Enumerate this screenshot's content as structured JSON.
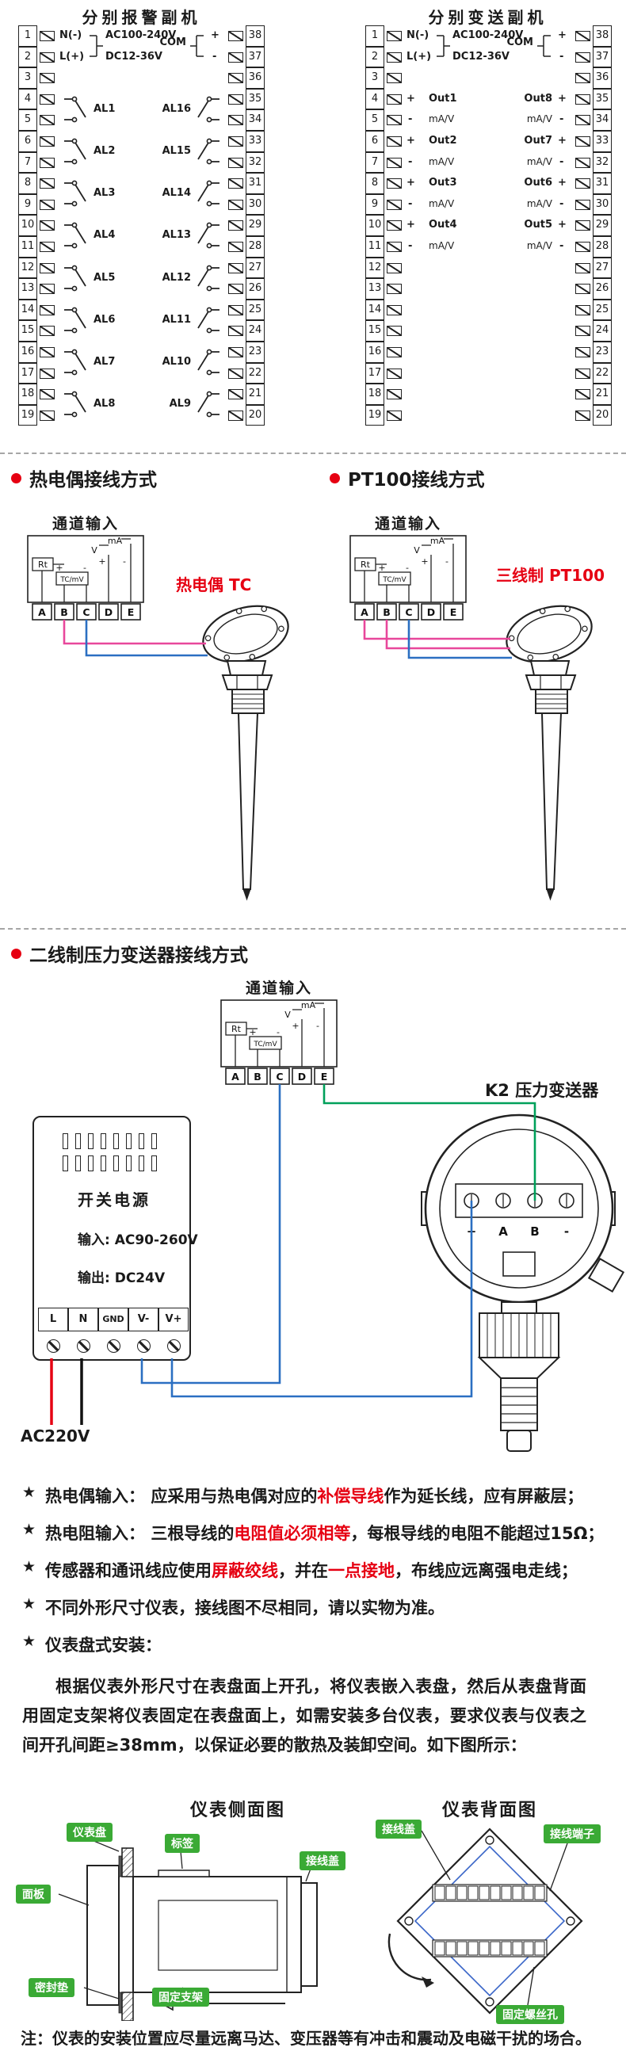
{
  "colors": {
    "red": "#e60012",
    "pink": "#e8479b",
    "blue": "#2b6fc2",
    "green": "#00a05a",
    "label_green": "#3aaa35",
    "diagram_blue": "#3a66c8",
    "wire_black": "#111111"
  },
  "terminal_left": {
    "type": "relay",
    "title": "分别报警副机",
    "left_numbers": [
      1,
      2,
      3,
      4,
      5,
      6,
      7,
      8,
      9,
      10,
      11,
      12,
      13,
      14,
      15,
      16,
      17,
      18,
      19
    ],
    "right_numbers": [
      38,
      37,
      36,
      35,
      34,
      33,
      32,
      31,
      30,
      29,
      28,
      27,
      26,
      25,
      24,
      23,
      22,
      21,
      20
    ],
    "power": {
      "line1_label": "N(-)",
      "line2_label": "L(+)",
      "line1_value": "AC100-240V",
      "line2_value": "DC12-36V"
    },
    "com": {
      "label": "COM",
      "plus": "+",
      "minus": "-"
    },
    "left_pairs": [
      "AL1",
      "AL2",
      "AL3",
      "AL4",
      "AL5",
      "AL6",
      "AL7",
      "AL8"
    ],
    "right_pairs": [
      "AL16",
      "AL15",
      "AL14",
      "AL13",
      "AL12",
      "AL11",
      "AL10",
      "AL9"
    ]
  },
  "terminal_right": {
    "type": "output",
    "title": "分别变送副机",
    "left_numbers": [
      1,
      2,
      3,
      4,
      5,
      6,
      7,
      8,
      9,
      10,
      11,
      12,
      13,
      14,
      15,
      16,
      17,
      18,
      19
    ],
    "right_numbers": [
      38,
      37,
      36,
      35,
      34,
      33,
      32,
      31,
      30,
      29,
      28,
      27,
      26,
      25,
      24,
      23,
      22,
      21,
      20
    ],
    "power": {
      "line1_label": "N(-)",
      "line2_label": "L(+)",
      "line1_value": "AC100-240V",
      "line2_value": "DC12-36V"
    },
    "com": {
      "label": "COM",
      "plus": "+",
      "minus": "-"
    },
    "left_pairs": [
      {
        "name": "Out1",
        "unit": "mA/V"
      },
      {
        "name": "Out2",
        "unit": "mA/V"
      },
      {
        "name": "Out3",
        "unit": "mA/V"
      },
      {
        "name": "Out4",
        "unit": "mA/V"
      }
    ],
    "right_pairs": [
      {
        "name": "Out8",
        "unit": "mA/V"
      },
      {
        "name": "Out7",
        "unit": "mA/V"
      },
      {
        "name": "Out6",
        "unit": "mA/V"
      },
      {
        "name": "Out5",
        "unit": "mA/V"
      }
    ]
  },
  "headers": {
    "tc": "热电偶接线方式",
    "pt100": "PT100接线方式",
    "pressure": "二线制压力变送器接线方式"
  },
  "channel_box": {
    "title": "通道输入",
    "rt": "Rt",
    "tcmv": "TC/mV",
    "v": "V",
    "ma": "mA",
    "plus": "+",
    "minus": "-",
    "terminals": [
      "A",
      "B",
      "C",
      "D",
      "E"
    ]
  },
  "labels": {
    "tc_sensor": "热电偶 TC",
    "pt100_sensor": "三线制 PT100",
    "k2": "K2  压力变送器",
    "ac220": "AC220V"
  },
  "power_supply": {
    "name": "开关电源",
    "input": "输入: AC90-260V",
    "output": "输出: DC24V",
    "terminals": [
      "L",
      "N",
      "GND",
      "V-",
      "V+"
    ]
  },
  "transmitter": {
    "terminal_labels": [
      "+",
      "A",
      "B",
      "-"
    ]
  },
  "notes": [
    {
      "star": "★",
      "segments": [
        {
          "t": "热电偶输入： 应采用与热电偶对应的",
          "red": false
        },
        {
          "t": "补偿导线",
          "red": true
        },
        {
          "t": "作为延长线，应有屏蔽层；",
          "red": false
        }
      ]
    },
    {
      "star": "★",
      "segments": [
        {
          "t": "热电阻输入： 三根导线的",
          "red": false
        },
        {
          "t": "电阻值必须相等",
          "red": true
        },
        {
          "t": "，每根导线的电阻不能超过15Ω；",
          "red": false
        }
      ]
    },
    {
      "star": "★",
      "segments": [
        {
          "t": "传感器和通讯线应使用",
          "red": false
        },
        {
          "t": "屏蔽绞线",
          "red": true
        },
        {
          "t": "，并在",
          "red": false
        },
        {
          "t": "一点接地",
          "red": true
        },
        {
          "t": "，布线应远离强电走线；",
          "red": false
        }
      ]
    },
    {
      "star": "★",
      "segments": [
        {
          "t": "不同外形尺寸仪表，接线图不尽相同，请以实物为准。",
          "red": false
        }
      ]
    },
    {
      "star": "★",
      "segments": [
        {
          "t": "仪表盘式安装：",
          "red": false
        }
      ]
    }
  ],
  "install": {
    "para": "根据仪表外形尺寸在表盘面上开孔，将仪表嵌入表盘，然后从表盘背面用固定支架将仪表固定在表盘面上，如需安装多台仪表，要求仪表与仪表之间开孔间距≥38mm，以保证必要的散热及装卸空间。如下图所示：",
    "side_title": "仪表侧面图",
    "back_title": "仪表背面图",
    "side_labels": {
      "panel_board": "仪表盘",
      "tag": "标签",
      "cover": "接线盖",
      "front": "面板",
      "gasket": "密封垫",
      "bracket": "固定支架"
    },
    "back_labels": {
      "cover": "接线盖",
      "terminals": "接线端子",
      "screw": "固定螺丝孔"
    }
  },
  "footer_note": "注：仪表的安装位置应尽量远离马达、变压器等有冲击和震动及电磁干扰的场合。"
}
